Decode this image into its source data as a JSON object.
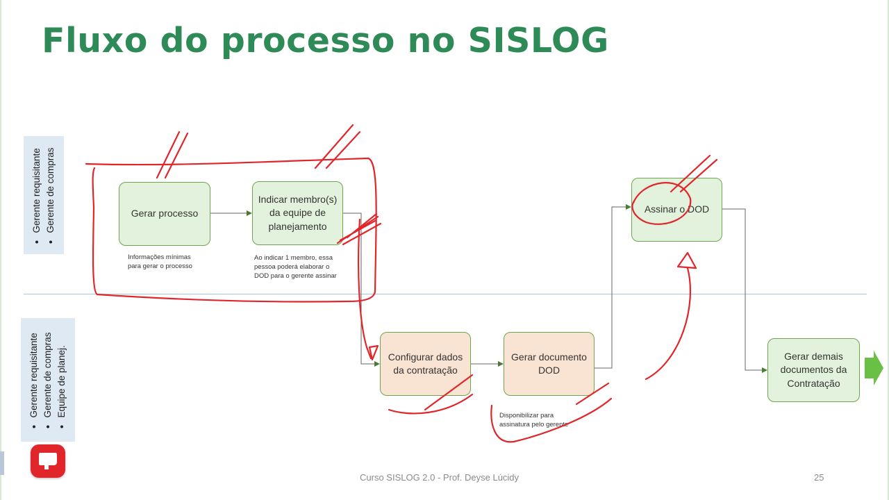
{
  "title": "Fluxo do processo no SISLOG",
  "lanes": [
    {
      "roles": [
        "Gerente requisitante",
        "Gerente de compras"
      ]
    },
    {
      "roles": [
        "Gerente requisitante",
        "Gerente de compras",
        "Equipe de planej."
      ]
    }
  ],
  "steps": {
    "gerar_processo": "Gerar processo",
    "indicar_membros": "Indicar membro(s) da equipe de planejamento",
    "assinar_dod": "Assinar o DOD",
    "configurar_dados": "Configurar dados da contratação",
    "gerar_documento": "Gerar documento DOD",
    "gerar_demais": "Gerar demais documentos da Contratação"
  },
  "notes": {
    "gerar_processo": "Informações mínimas para gerar o processo",
    "indicar_membros": "Ao indicar 1 membro, essa pessoa poderá elaborar o DOD para o gerente assinar",
    "gerar_documento": "Disponibilizar para assinatura pelo gerente"
  },
  "footer": "Curso SISLOG 2.0 - Prof. Deyse Lúcidy",
  "page_number": "25",
  "colors": {
    "title": "#2e8b57",
    "box_green": "#e3f2dc",
    "box_peach": "#f9e3d3",
    "box_border": "#6ea54f",
    "lane_label_bg": "#dfe9f3",
    "annotation_ink": "#e0262b"
  },
  "icons": [
    "logo-icon",
    "next-arrow-icon"
  ]
}
